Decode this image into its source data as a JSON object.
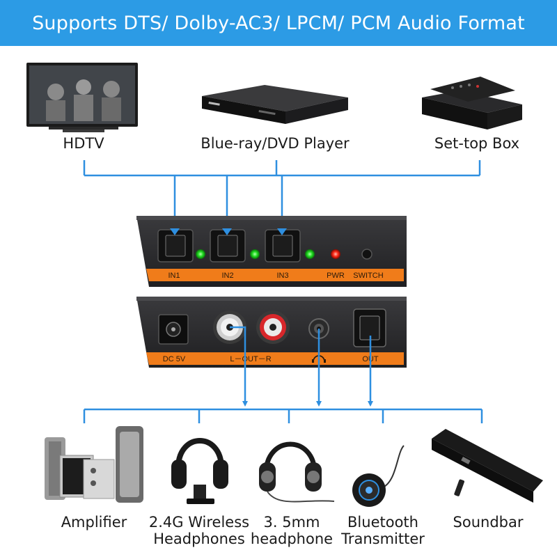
{
  "title": "Supports DTS/ Dolby-AC3/ LPCM/ PCM Audio Format",
  "sources": [
    {
      "label": "HDTV",
      "icon": "hdtv-icon"
    },
    {
      "label": "Blue-ray/DVD Player",
      "icon": "dvd-player-icon"
    },
    {
      "label": "Set-top Box",
      "icon": "set-top-box-icon"
    }
  ],
  "front_panel": {
    "ports": [
      "IN1",
      "IN2",
      "IN3"
    ],
    "pwr_label": "PWR",
    "switch_label": "SWITCH"
  },
  "back_panel": {
    "dc_label": "DC 5V",
    "rca_label": "L－OUT－R",
    "out_label": "OUT"
  },
  "outputs": [
    {
      "label": "Amplifier",
      "icon": "amplifier-icon"
    },
    {
      "label": "2.4G Wireless",
      "label2": "Headphones",
      "icon": "wireless-headphones-icon"
    },
    {
      "label": "3. 5mm",
      "label2": "headphone",
      "icon": "headphone-icon"
    },
    {
      "label": "Bluetooth",
      "label2": "Transmitter",
      "icon": "bluetooth-transmitter-icon"
    },
    {
      "label": "Soundbar",
      "icon": "soundbar-icon"
    }
  ],
  "colors": {
    "banner": "#2c9be5",
    "arrow": "#2e8fe0",
    "panel": "#2a2a2c",
    "orange": "#f07c1a",
    "led_green": "#22dd22",
    "led_red": "#ff2a1a"
  }
}
